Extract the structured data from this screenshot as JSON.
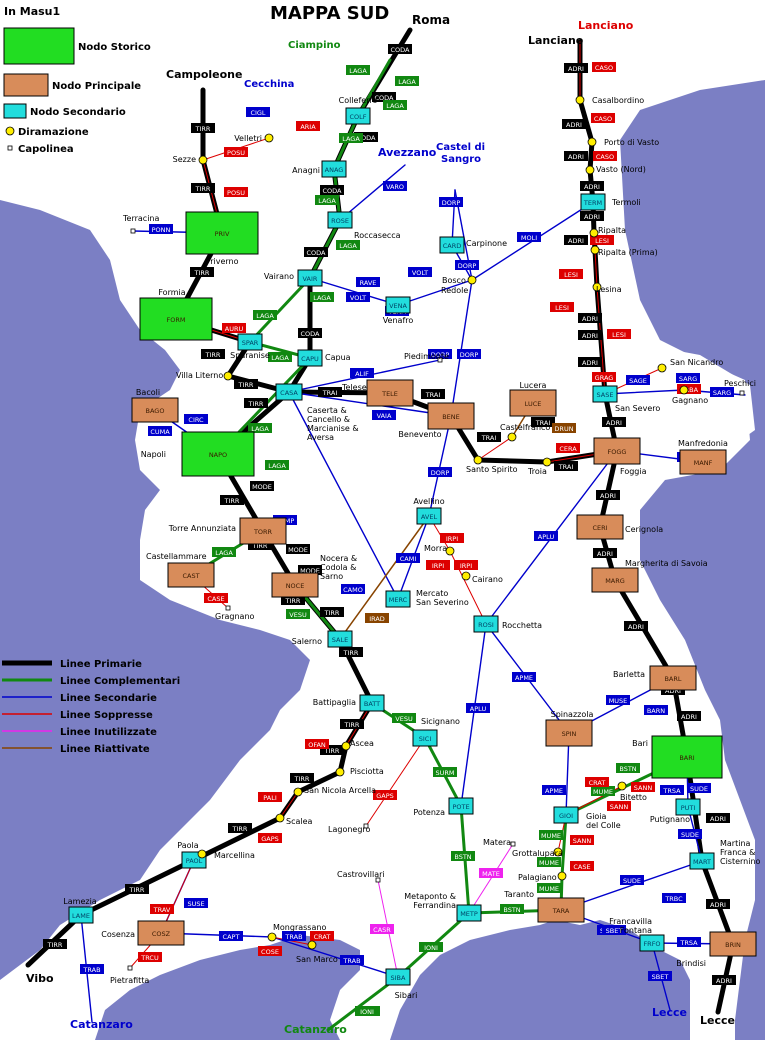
{
  "header": {
    "title": "MAPPA SUD",
    "corner_label": "In Masu1"
  },
  "colors": {
    "sea": "#7b7fc4",
    "land": "#ffffff",
    "storico": "#22dd22",
    "principale": "#d88c5a",
    "secondario": "#22dddd",
    "diramazione": "#ffee00",
    "primarie": "#000000",
    "complementari": "#118811",
    "secondarie": "#0000cc",
    "soppresse": "#dd0000",
    "inutilizzate": "#ee22ee",
    "riattivate": "#884400"
  },
  "node_legend": [
    {
      "type": "storico",
      "label": "Nodo Storico"
    },
    {
      "type": "principale",
      "label": "Nodo Principale"
    },
    {
      "type": "secondario",
      "label": "Nodo Secondario"
    },
    {
      "type": "diramazione",
      "label": "Diramazione"
    },
    {
      "type": "capolinea",
      "label": "Capolinea"
    }
  ],
  "line_legend": [
    {
      "type": "primarie",
      "label": "Linee Primarie"
    },
    {
      "type": "complementari",
      "label": "Linee Complementari"
    },
    {
      "type": "secondarie",
      "label": "Linee Secondarie"
    },
    {
      "type": "soppresse",
      "label": "Linee Soppresse"
    },
    {
      "type": "inutilizzate",
      "label": "Linee Inutilizzate"
    },
    {
      "type": "riattivate",
      "label": "Linee Riattivate"
    }
  ],
  "nodes": [
    {
      "code": "PRIV",
      "name": "Priverno",
      "type": "storico"
    },
    {
      "code": "FORM",
      "name": "Formia",
      "type": "storico"
    },
    {
      "code": "NAPO",
      "name": "Napoli",
      "type": "storico"
    },
    {
      "code": "BARI",
      "name": "Bari",
      "type": "storico"
    },
    {
      "code": "BAGO",
      "name": "Bacoli",
      "type": "principale"
    },
    {
      "code": "TELE",
      "name": "Telese",
      "type": "principale"
    },
    {
      "code": "BENE",
      "name": "Benevento",
      "type": "principale"
    },
    {
      "code": "LUCE",
      "name": "Lucera",
      "type": "principale"
    },
    {
      "code": "FOGG",
      "name": "Foggia",
      "type": "principale"
    },
    {
      "code": "MANF",
      "name": "Manfredonia",
      "type": "principale"
    },
    {
      "code": "CERI",
      "name": "Cerignola",
      "type": "principale"
    },
    {
      "code": "MARG",
      "name": "Margherita di Savoia",
      "type": "principale"
    },
    {
      "code": "TORR",
      "name": "Torre Annunziata",
      "type": "principale"
    },
    {
      "code": "CAST",
      "name": "Castellammare",
      "type": "principale"
    },
    {
      "code": "NOCE",
      "name": "Nocera & Codola & Sarno",
      "type": "principale"
    },
    {
      "code": "BARL",
      "name": "Barletta",
      "type": "principale"
    },
    {
      "code": "SPIN",
      "name": "Spinazzola",
      "type": "principale"
    },
    {
      "code": "TARA",
      "name": "Taranto",
      "type": "principale"
    },
    {
      "code": "BRIN",
      "name": "Brindisi",
      "type": "principale"
    },
    {
      "code": "COSZ",
      "name": "Cosenza",
      "type": "principale"
    },
    {
      "code": "COLF",
      "name": "Colleferro",
      "type": "secondario"
    },
    {
      "code": "ANAG",
      "name": "Anagni",
      "type": "secondario"
    },
    {
      "code": "ROSE",
      "name": "Roccasecca",
      "type": "secondario"
    },
    {
      "code": "VAIR",
      "name": "Vairano",
      "type": "secondario"
    },
    {
      "code": "VENA",
      "name": "Venafro",
      "type": "secondario"
    },
    {
      "code": "CARD",
      "name": "Carpinone",
      "type": "secondario"
    },
    {
      "code": "SPAR",
      "name": "Sparanise",
      "type": "secondario"
    },
    {
      "code": "CAPU",
      "name": "Capua",
      "type": "secondario"
    },
    {
      "code": "CASA",
      "name": "Caserta & Cancello & Marcianise & Aversa",
      "type": "secondario"
    },
    {
      "code": "TERM",
      "name": "Termoli",
      "type": "secondario"
    },
    {
      "code": "SASE",
      "name": "San Severo",
      "type": "secondario"
    },
    {
      "code": "AVEL",
      "name": "Avellino",
      "type": "secondario"
    },
    {
      "code": "MERC",
      "name": "Mercato San Severino",
      "type": "secondario"
    },
    {
      "code": "ROSI",
      "name": "Rocchetta",
      "type": "secondario"
    },
    {
      "code": "SALE",
      "name": "Salerno",
      "type": "secondario"
    },
    {
      "code": "BATT",
      "name": "Battipaglia",
      "type": "secondario"
    },
    {
      "code": "SICI",
      "name": "Sicignano",
      "type": "secondario"
    },
    {
      "code": "POTE",
      "name": "Potenza",
      "type": "secondario"
    },
    {
      "code": "GIOI",
      "name": "Gioia del Colle",
      "type": "secondario"
    },
    {
      "code": "PUTI",
      "name": "Putignano",
      "type": "secondario"
    },
    {
      "code": "MART",
      "name": "Martina Franca & Cisternino",
      "type": "secondario"
    },
    {
      "code": "METP",
      "name": "Metaponto & Ferrandina",
      "type": "secondario"
    },
    {
      "code": "FRFO",
      "name": "Francavilla Fontana",
      "type": "secondario"
    },
    {
      "code": "PAOL",
      "name": "Paola",
      "type": "secondario"
    },
    {
      "code": "LAME",
      "name": "Lamezia",
      "type": "secondario"
    },
    {
      "code": "SIBA",
      "name": "Sibari",
      "type": "secondario"
    }
  ],
  "places": [
    {
      "name": "Roma",
      "color": "#000000"
    },
    {
      "name": "Ciampino",
      "color": "#118811"
    },
    {
      "name": "Campoleone",
      "color": "#000000"
    },
    {
      "name": "Cecchina",
      "color": "#0000cc"
    },
    {
      "name": "Velletri",
      "color": "#000000"
    },
    {
      "name": "Sezze",
      "color": "#000000"
    },
    {
      "name": "Terracina",
      "color": "#000000"
    },
    {
      "name": "Avezzano",
      "color": "#0000cc"
    },
    {
      "name": "Castel di",
      "color": "#0000cc"
    },
    {
      "name": "Sangro",
      "color": "#0000cc"
    },
    {
      "name": "Bosco",
      "color": "#000000"
    },
    {
      "name": "Redole",
      "color": "#000000"
    },
    {
      "name": "Villa Literno",
      "color": "#000000"
    },
    {
      "name": "Piedimonte",
      "color": "#000000"
    },
    {
      "name": "Lanciano",
      "color": "#000000"
    },
    {
      "name": "Lanciano",
      "color": "#dd0000"
    },
    {
      "name": "Casalbordino",
      "color": "#000000"
    },
    {
      "name": "Porto di Vasto",
      "color": "#000000"
    },
    {
      "name": "Vasto (Nord)",
      "color": "#000000"
    },
    {
      "name": "Ripalta",
      "color": "#000000"
    },
    {
      "name": "Ripalta (Prima)",
      "color": "#000000"
    },
    {
      "name": "Lesina",
      "color": "#000000"
    },
    {
      "name": "San Nicandro",
      "color": "#000000"
    },
    {
      "name": "Peschici",
      "color": "#000000"
    },
    {
      "name": "Gagnano",
      "color": "#000000"
    },
    {
      "name": "Castelfranco",
      "color": "#000000"
    },
    {
      "name": "Santo Spirito",
      "color": "#000000"
    },
    {
      "name": "Troia",
      "color": "#000000"
    },
    {
      "name": "Morra",
      "color": "#000000"
    },
    {
      "name": "Cairano",
      "color": "#000000"
    },
    {
      "name": "Gragnano",
      "color": "#000000"
    },
    {
      "name": "Ascea",
      "color": "#000000"
    },
    {
      "name": "Pisciotta",
      "color": "#000000"
    },
    {
      "name": "San Nicola Arcella",
      "color": "#000000"
    },
    {
      "name": "Scalea",
      "color": "#000000"
    },
    {
      "name": "Marcellina",
      "color": "#000000"
    },
    {
      "name": "Lagonegro",
      "color": "#000000"
    },
    {
      "name": "Bitetto",
      "color": "#000000"
    },
    {
      "name": "Matera",
      "color": "#000000"
    },
    {
      "name": "Grottalupara",
      "color": "#000000"
    },
    {
      "name": "Palagiano",
      "color": "#000000"
    },
    {
      "name": "Castrovillari",
      "color": "#000000"
    },
    {
      "name": "Mongrassano",
      "color": "#000000"
    },
    {
      "name": "San Marco",
      "color": "#000000"
    },
    {
      "name": "Pietrafitta",
      "color": "#000000"
    },
    {
      "name": "Vibo",
      "color": "#000000"
    },
    {
      "name": "Catanzaro",
      "color": "#0000cc"
    },
    {
      "name": "Catanzaro",
      "color": "#118811"
    },
    {
      "name": "Lecce",
      "color": "#0000cc"
    },
    {
      "name": "Lecce",
      "color": "#000000"
    }
  ],
  "line_codes": {
    "primarie": [
      "CODA",
      "CODA",
      "CODA",
      "CODA",
      "CODA",
      "CODA",
      "TIRR",
      "TIRR",
      "TIRR",
      "TIRR",
      "TIRR",
      "TIRR",
      "TIRR",
      "TIRR",
      "TIRR",
      "TIRR",
      "TIRR",
      "TIRR",
      "TIRR",
      "TIRR",
      "TIRR",
      "TIRR",
      "TIRR",
      "TIRR",
      "TRAI",
      "TRAI",
      "TRAI",
      "TRAI",
      "TRAI",
      "MODE",
      "MODE",
      "MODE",
      "ADRI",
      "ADRI",
      "ADRI",
      "ADRI",
      "ADRI",
      "ADRI",
      "ADRI",
      "ADRI",
      "ADRI",
      "ADRI",
      "ADRI",
      "ADRI",
      "ADRI",
      "ADRI",
      "ADRI",
      "ADRI",
      "ADRI",
      "ADRI"
    ],
    "complementari": [
      "LAGA",
      "LAGA",
      "LAGA",
      "LAGA",
      "LAGA",
      "LAGA",
      "LAGA",
      "LAGA",
      "LAGA",
      "LAGA",
      "LAGA",
      "LAGA",
      "VESU",
      "VESU",
      "SURM",
      "BSTN",
      "BSTN",
      "BSTN",
      "BSTN",
      "BSTN",
      "MUME",
      "MUME",
      "MUME",
      "MUME",
      "IONI",
      "IONI"
    ],
    "secondarie": [
      "CIGL",
      "PONN",
      "VARO",
      "RAVE",
      "VOLT",
      "VOLT",
      "VENA",
      "MOLI",
      "DORP",
      "DORP",
      "DORP",
      "DORP",
      "ALIF",
      "VAIA",
      "CIRC",
      "CUMA",
      "CAMP",
      "CAMI",
      "CAMO",
      "APLU",
      "APLU",
      "APME",
      "APME",
      "MUSE",
      "BARN",
      "SUDE",
      "SUDE",
      "SUDE",
      "SUDE",
      "SAGE",
      "SARG",
      "SARG",
      "SARG",
      "CAPT",
      "TRAB",
      "TRAB",
      "TRAB",
      "TRBC",
      "SBET",
      "SBET",
      "TRSA",
      "TRSA",
      "SUSE",
      "DORP"
    ],
    "soppresse": [
      "ARIA",
      "POSU",
      "POSU",
      "AURU",
      "CASO",
      "CASO",
      "CASO",
      "LESI",
      "LESI",
      "LESI",
      "LESI",
      "URBA",
      "CERA",
      "IRPI",
      "IRPI",
      "IRPI",
      "OFAN",
      "PALI",
      "GAPS",
      "GAPS",
      "TRAV",
      "TRCU",
      "COSE",
      "CRAT",
      "CRAT",
      "SANN",
      "SANN",
      "SANN",
      "CASE",
      "CASE",
      "GRAG"
    ],
    "inutilizzate": [
      "MATE",
      "CASR"
    ],
    "riattivate": [
      "IRAD",
      "DRUN"
    ]
  }
}
